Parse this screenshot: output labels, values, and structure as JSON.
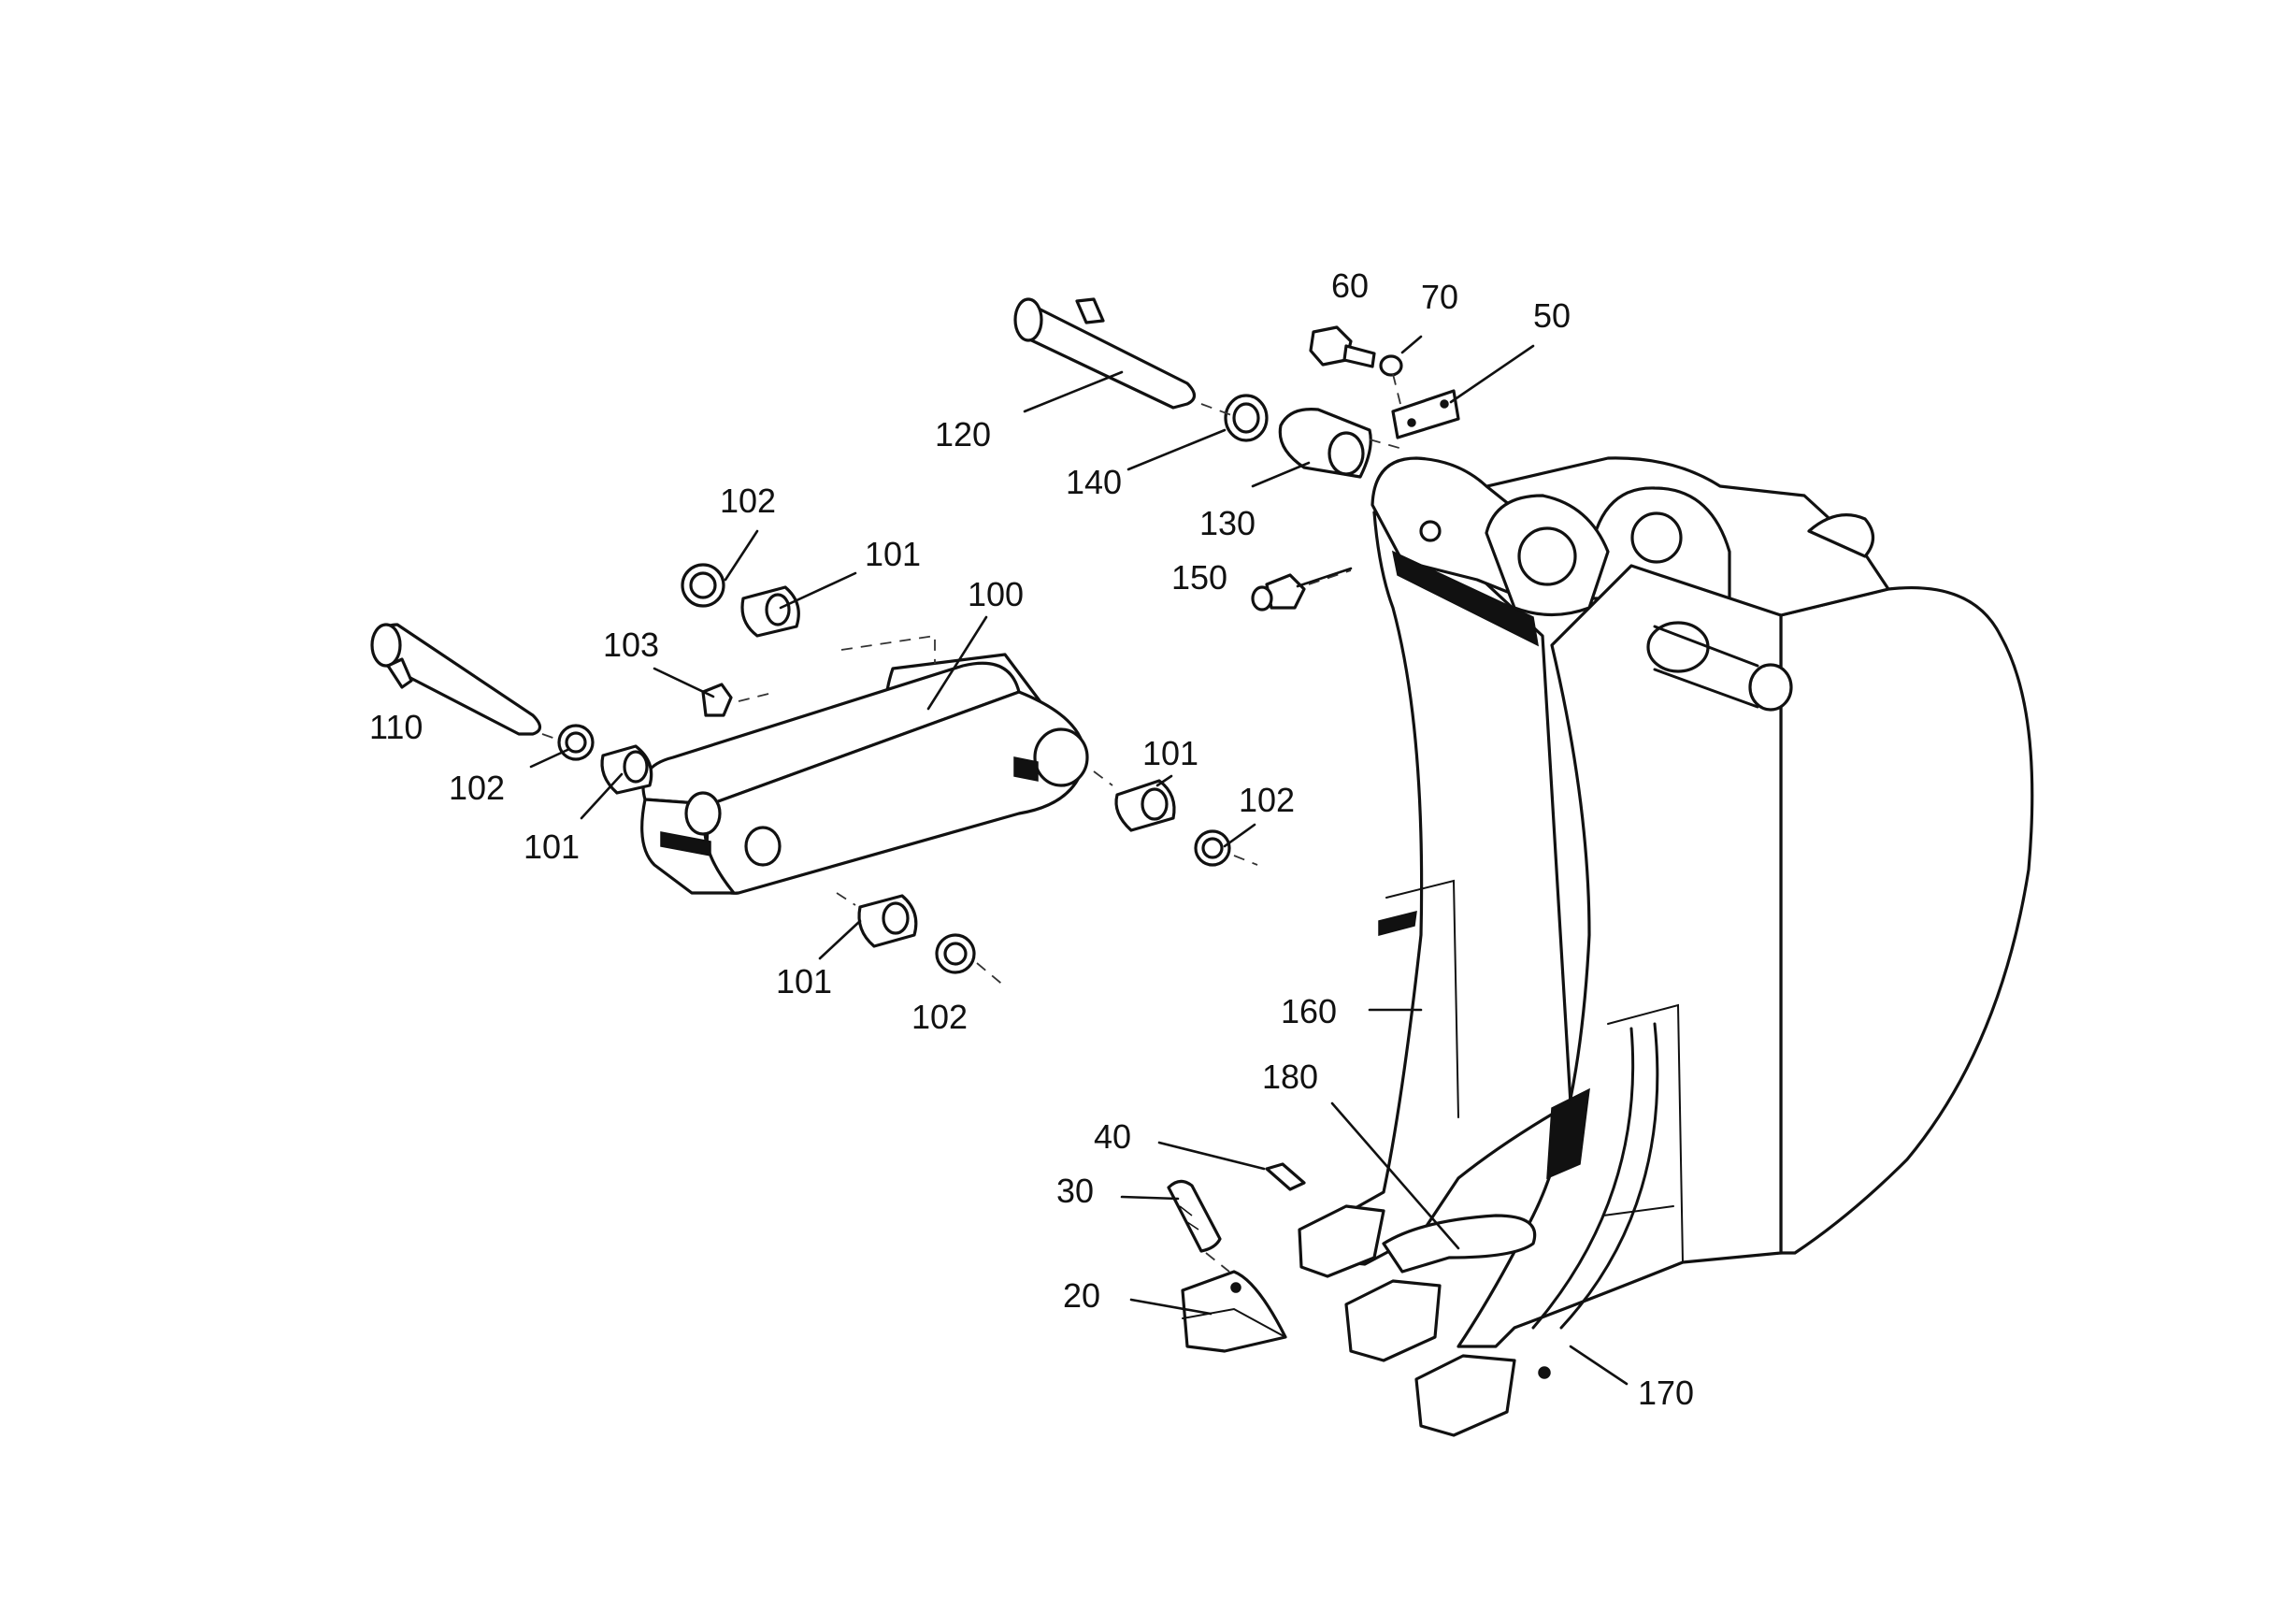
{
  "callouts": [
    {
      "id": "c60",
      "text": "60"
    },
    {
      "id": "c70",
      "text": "70"
    },
    {
      "id": "c50",
      "text": "50"
    },
    {
      "id": "c120",
      "text": "120"
    },
    {
      "id": "c140",
      "text": "140"
    },
    {
      "id": "c130",
      "text": "130"
    },
    {
      "id": "c150",
      "text": "150"
    },
    {
      "id": "c102a",
      "text": "102"
    },
    {
      "id": "c101a",
      "text": "101"
    },
    {
      "id": "c100",
      "text": "100"
    },
    {
      "id": "c103",
      "text": "103"
    },
    {
      "id": "c110",
      "text": "110"
    },
    {
      "id": "c102b",
      "text": "102"
    },
    {
      "id": "c101b",
      "text": "101"
    },
    {
      "id": "c101c",
      "text": "101"
    },
    {
      "id": "c102c",
      "text": "102"
    },
    {
      "id": "c101d",
      "text": "101"
    },
    {
      "id": "c102d",
      "text": "102"
    },
    {
      "id": "c160",
      "text": "160"
    },
    {
      "id": "c180",
      "text": "180"
    },
    {
      "id": "c40",
      "text": "40"
    },
    {
      "id": "c30",
      "text": "30"
    },
    {
      "id": "c20",
      "text": "20"
    },
    {
      "id": "c170",
      "text": "170"
    }
  ]
}
